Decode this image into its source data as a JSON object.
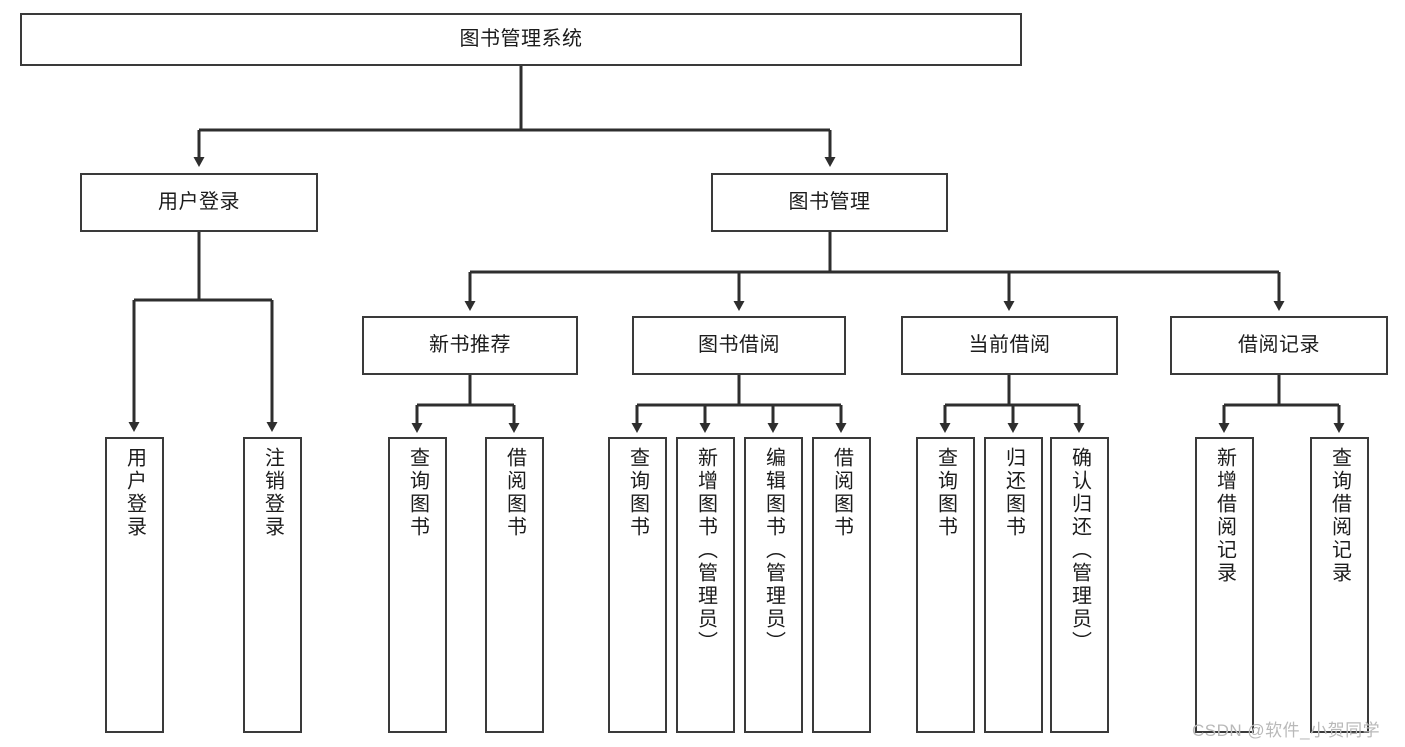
{
  "diagram": {
    "type": "hierarchy-tree",
    "title": "图书管理系统",
    "root": {
      "id": "root",
      "label": "图书管理系统"
    },
    "level2": [
      {
        "id": "user-login",
        "label": "用户登录"
      },
      {
        "id": "book-manage",
        "label": "图书管理"
      }
    ],
    "level3": [
      {
        "id": "new-book-rec",
        "label": "新书推荐",
        "parent": "book-manage"
      },
      {
        "id": "book-borrow",
        "label": "图书借阅",
        "parent": "book-manage"
      },
      {
        "id": "current-borrow",
        "label": "当前借阅",
        "parent": "book-manage"
      },
      {
        "id": "borrow-record",
        "label": "借阅记录",
        "parent": "book-manage"
      }
    ],
    "leaves": [
      {
        "id": "leaf-user-login",
        "label": "用户登录",
        "parent": "user-login"
      },
      {
        "id": "leaf-logout",
        "label": "注销登录",
        "parent": "user-login"
      },
      {
        "id": "leaf-query-book-1",
        "label": "查询图书",
        "parent": "new-book-rec"
      },
      {
        "id": "leaf-borrow-book-1",
        "label": "借阅图书",
        "parent": "new-book-rec"
      },
      {
        "id": "leaf-query-book-2",
        "label": "查询图书",
        "parent": "book-borrow"
      },
      {
        "id": "leaf-add-book",
        "label": "新增图书（管理员）",
        "parent": "book-borrow"
      },
      {
        "id": "leaf-edit-book",
        "label": "编辑图书（管理员）",
        "parent": "book-borrow"
      },
      {
        "id": "leaf-borrow-book-2",
        "label": "借阅图书",
        "parent": "book-borrow"
      },
      {
        "id": "leaf-query-book-3",
        "label": "查询图书",
        "parent": "current-borrow"
      },
      {
        "id": "leaf-return-book",
        "label": "归还图书",
        "parent": "current-borrow"
      },
      {
        "id": "leaf-confirm-return",
        "label": "确认归还（管理员）",
        "parent": "current-borrow"
      },
      {
        "id": "leaf-add-record",
        "label": "新增借阅记录",
        "parent": "borrow-record"
      },
      {
        "id": "leaf-query-record",
        "label": "查询借阅记录",
        "parent": "borrow-record"
      }
    ],
    "watermark": "CSDN @软件_小贺同学",
    "colors": {
      "background": "#ffffff",
      "border": "#3a3a3a",
      "text": "#1c1c1c",
      "connector": "#2e2e2e",
      "watermark": "#b9b9b9"
    }
  }
}
